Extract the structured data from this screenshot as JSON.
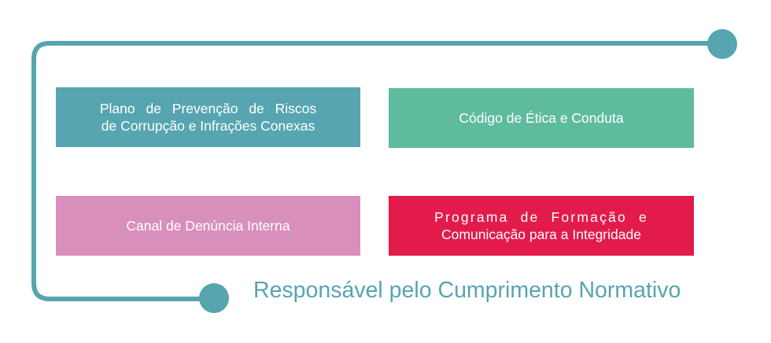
{
  "colors": {
    "connector": "#56A5B0",
    "plan_box": "#56A5B0",
    "code_box": "#5FBB9E",
    "channel_box": "#D98FBB",
    "program_box": "#E21B4B",
    "title_text": "#56A5B0",
    "box_text": "#FFFFFF"
  },
  "boxes": {
    "plan": {
      "line1": "Plano de Prevenção de Riscos",
      "line2": "de Corrupção e Infrações Conexas"
    },
    "code": {
      "label": "Código de Ética e Conduta"
    },
    "channel": {
      "label": "Canal de Denúncia Interna"
    },
    "program": {
      "line1": "Programa de Formação e",
      "line2": "Comunicação para a Integridade"
    }
  },
  "footer": {
    "title": "Responsável pelo Cumprimento Normativo"
  }
}
